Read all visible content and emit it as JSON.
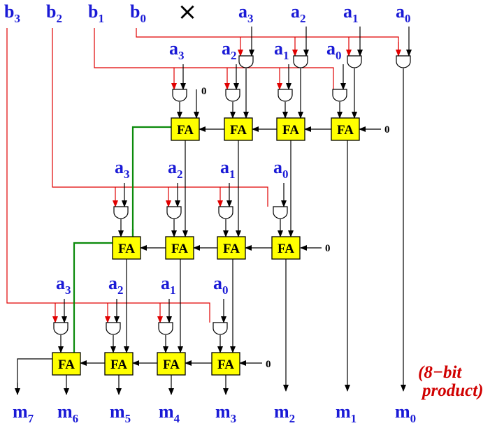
{
  "diagram": {
    "multiply_symbol": "×",
    "fa_label": "FA",
    "zero_label": "0",
    "b_inputs": [
      {
        "base": "b",
        "sub": "3"
      },
      {
        "base": "b",
        "sub": "2"
      },
      {
        "base": "b",
        "sub": "1"
      },
      {
        "base": "b",
        "sub": "0"
      }
    ],
    "a_inputs": [
      {
        "base": "a",
        "sub": "3"
      },
      {
        "base": "a",
        "sub": "2"
      },
      {
        "base": "a",
        "sub": "1"
      },
      {
        "base": "a",
        "sub": "0"
      }
    ],
    "outputs": [
      {
        "base": "m",
        "sub": "7"
      },
      {
        "base": "m",
        "sub": "6"
      },
      {
        "base": "m",
        "sub": "5"
      },
      {
        "base": "m",
        "sub": "4"
      },
      {
        "base": "m",
        "sub": "3"
      },
      {
        "base": "m",
        "sub": "2"
      },
      {
        "base": "m",
        "sub": "1"
      },
      {
        "base": "m",
        "sub": "0"
      }
    ],
    "note_line1": "(8−bit",
    "note_line2": "product)",
    "colors": {
      "label": "#1a1ad6",
      "signal_wire": "#e00000",
      "carry_wire": "#0a8a0a",
      "adder_fill": "#ffff00",
      "note": "#d00000"
    }
  }
}
